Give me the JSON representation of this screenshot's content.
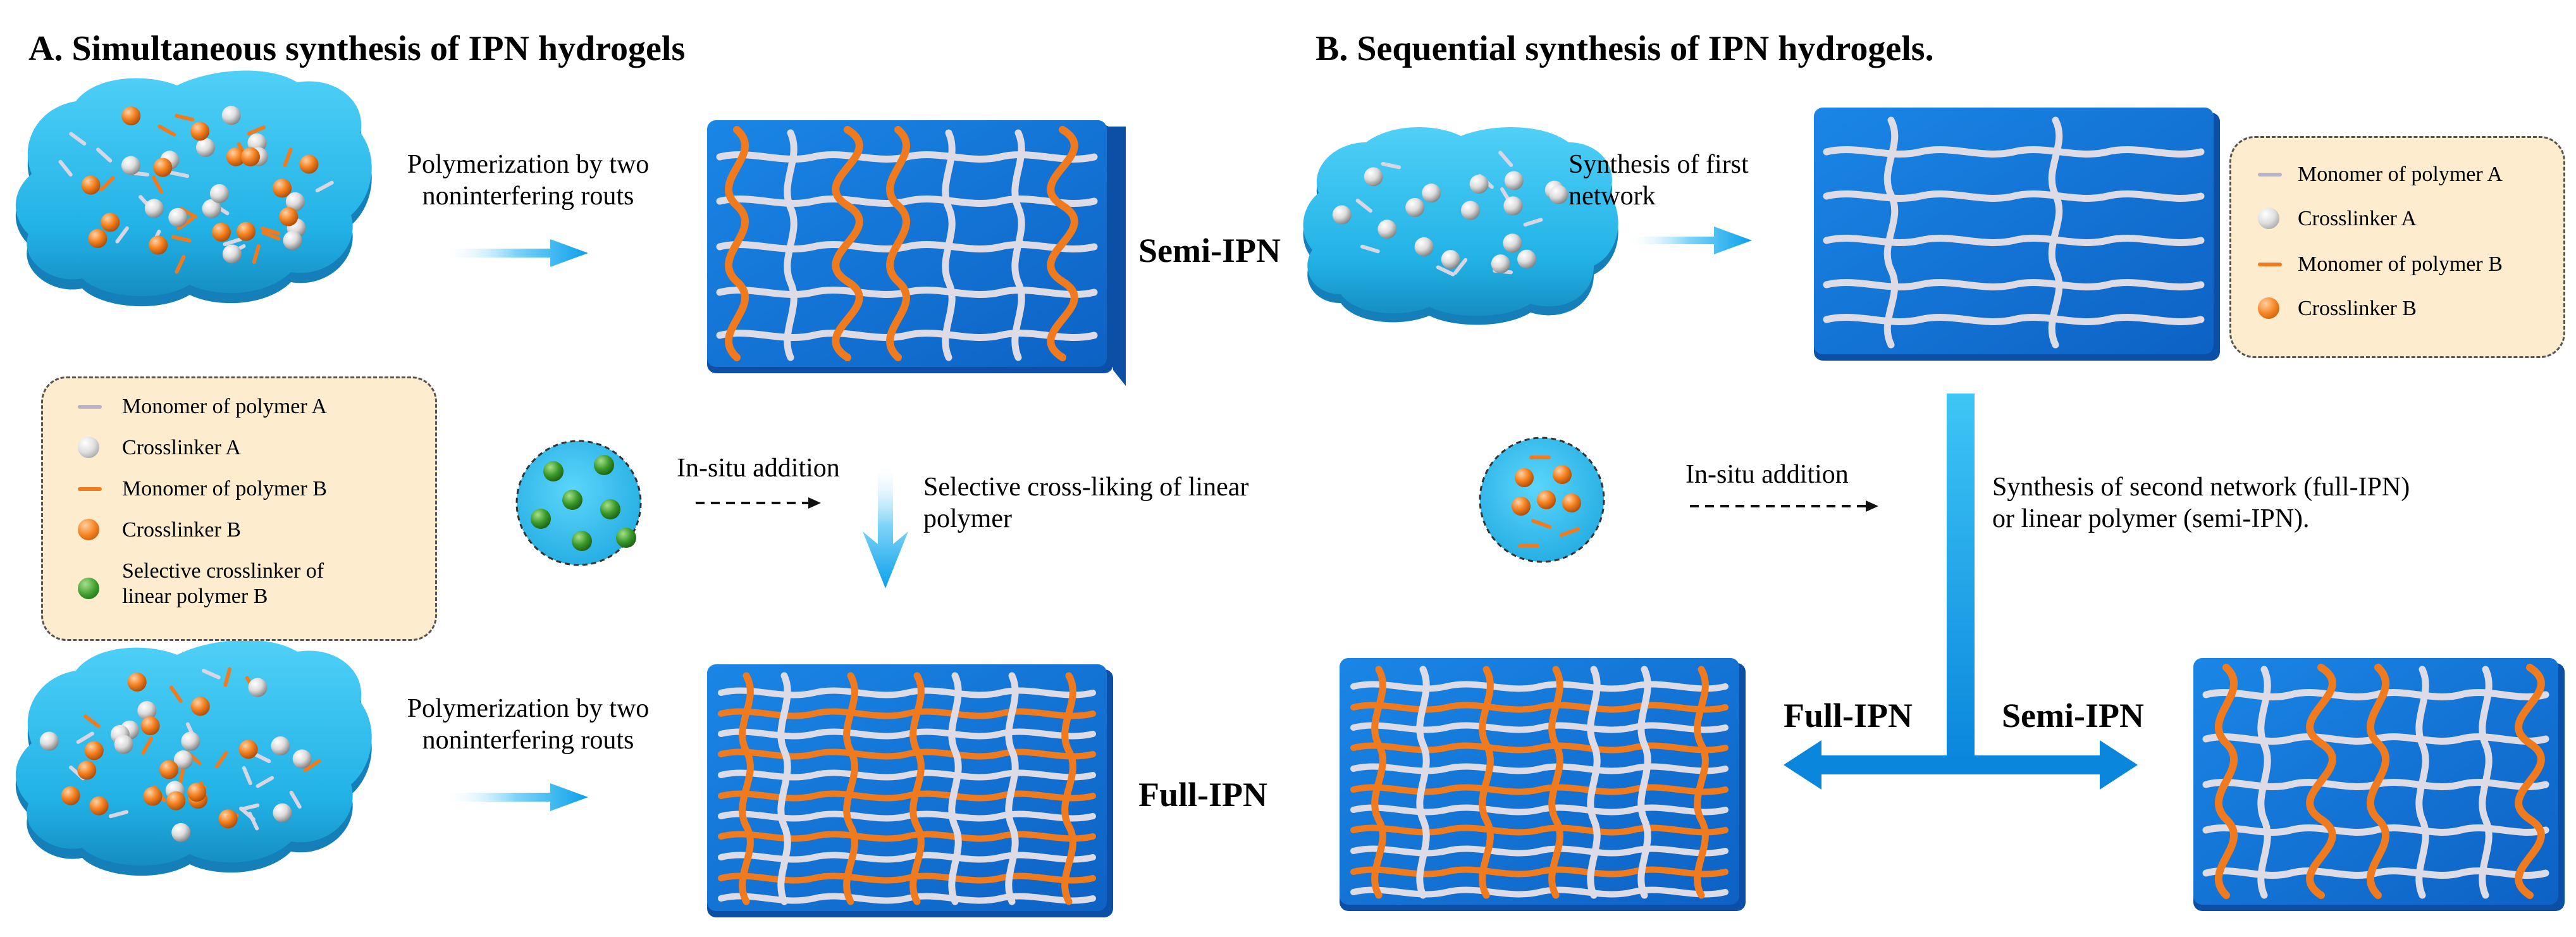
{
  "panel_a": {
    "title": "A. Simultaneous synthesis of IPN hydrogels",
    "step1_label": "Polymerization by two noninterfering routs",
    "step2_label": "Polymerization by two noninterfering routs",
    "insitu_label": "In-situ addition",
    "selective_label": "Selective cross-liking of linear polymer",
    "semi_ipn": "Semi-IPN",
    "full_ipn": "Full-IPN",
    "legend": [
      {
        "icon": "grey-dash-icon",
        "label": "Monomer of polymer A"
      },
      {
        "icon": "white-ball-icon",
        "label": "Crosslinker A"
      },
      {
        "icon": "orange-dash-icon",
        "label": "Monomer of polymer B"
      },
      {
        "icon": "orange-ball-icon",
        "label": "Crosslinker B"
      },
      {
        "icon": "green-ball-icon",
        "label": "Selective crosslinker of linear polymer B"
      }
    ]
  },
  "panel_b": {
    "title": "B. Sequential  synthesis of IPN hydrogels.",
    "first_network_label": "Synthesis of first network",
    "insitu_label": "In-situ addition",
    "second_network_label": "Synthesis of second network (full-IPN) or linear polymer (semi-IPN).",
    "full_ipn": "Full-IPN",
    "semi_ipn": "Semi-IPN",
    "legend": [
      {
        "icon": "grey-dash-icon",
        "label": "Monomer of polymer A"
      },
      {
        "icon": "white-ball-icon",
        "label": "Crosslinker A"
      },
      {
        "icon": "orange-dash-icon",
        "label": "Monomer of polymer B"
      },
      {
        "icon": "orange-ball-icon",
        "label": "Crosslinker B"
      }
    ]
  },
  "colors": {
    "hydrogel": "#29b9ea",
    "network_box": "#1174d8",
    "network_box_side": "#0b4fa6",
    "white_chain": "#dddbe5",
    "orange_chain": "#f07b1e",
    "arrow": "#1aa7ec",
    "legend_bg": "#fdeccd"
  }
}
